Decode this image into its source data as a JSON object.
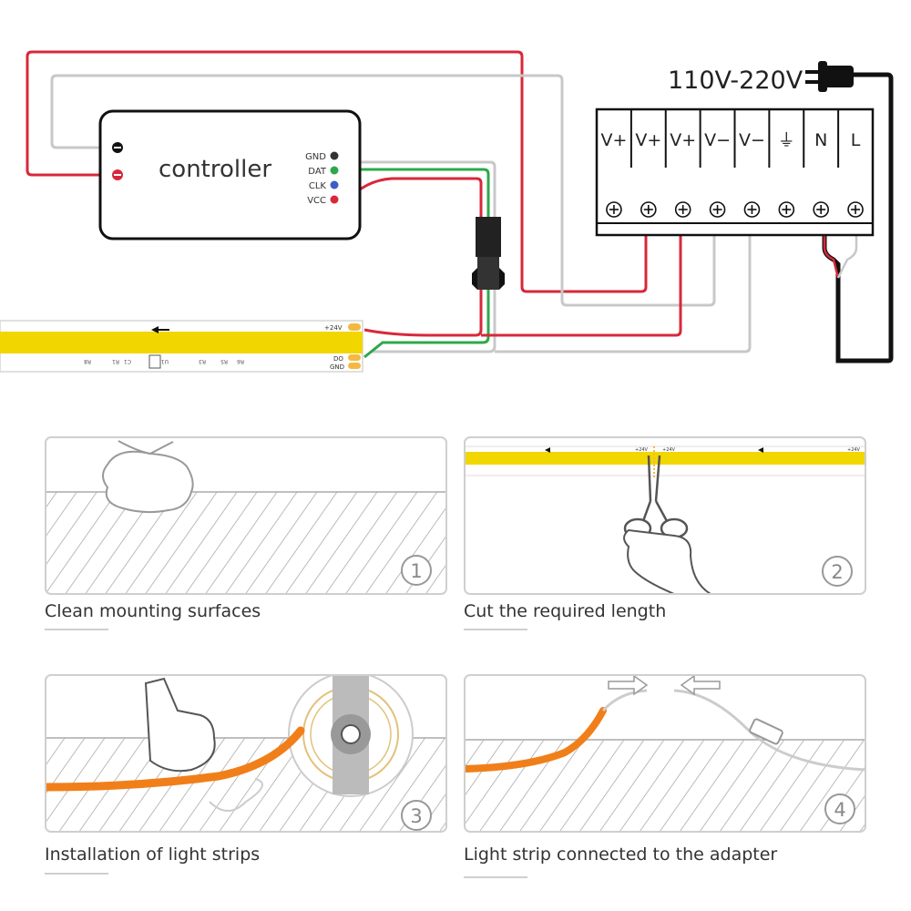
{
  "wiring": {
    "voltage_label": "110V-220V",
    "controller_label": "controller",
    "controller_pins": [
      "GND",
      "DAT",
      "CLK",
      "VCC"
    ],
    "controller_pin_colors": [
      "#333333",
      "#2ea84a",
      "#3b5fc4",
      "#d8283a"
    ],
    "psu_terminals": [
      "V+",
      "V+",
      "V+",
      "V−",
      "V−",
      "⏚",
      "N",
      "L"
    ],
    "strip_labels": {
      "power": "+24V",
      "data_out": "DO",
      "ground": "GND"
    },
    "strip_components": [
      "R8",
      "C1",
      "R1",
      "U1",
      "R3",
      "R5",
      "R6"
    ],
    "colors": {
      "red_wire": "#d8283a",
      "green_wire": "#2ea84a",
      "grey_wire": "#c8c8c8",
      "strip_yellow": "#f2d600",
      "pad_orange": "#f5b942",
      "black": "#111111"
    }
  },
  "steps": [
    {
      "number": "1",
      "caption": "Clean mounting surfaces"
    },
    {
      "number": "2",
      "caption": "Cut the required length"
    },
    {
      "number": "3",
      "caption": "Installation of light strips"
    },
    {
      "number": "4",
      "caption": "Light strip connected to the adapter"
    }
  ],
  "step2_strip_labels": {
    "a": "+24V",
    "b": "+24V",
    "c": "+24V"
  }
}
